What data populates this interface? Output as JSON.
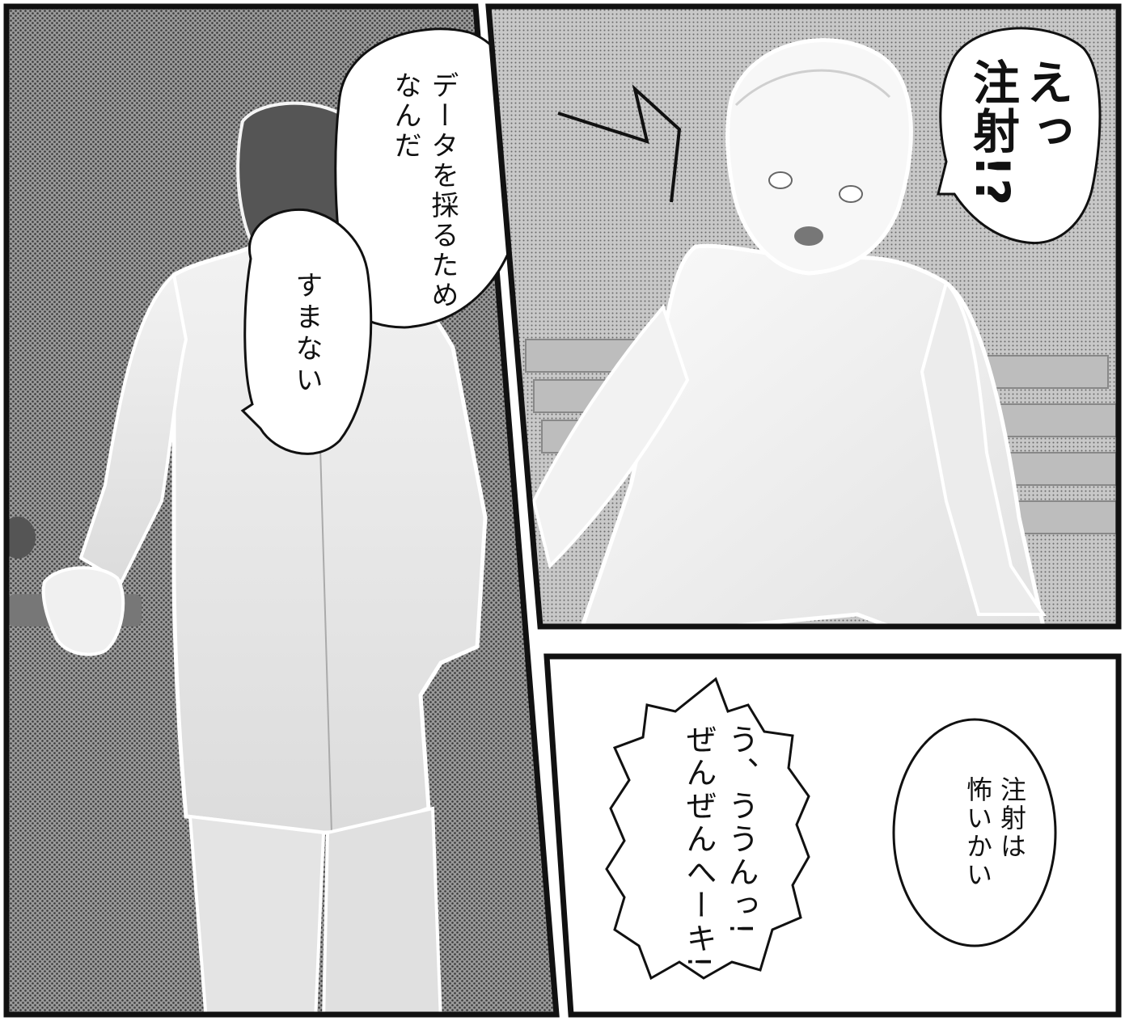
{
  "panels": {
    "left": {
      "speech_1": "データを採るため\nなんだ",
      "speech_2": "すまない"
    },
    "top_right": {
      "speech_shout": "えっ\n注射!?"
    },
    "bottom_right": {
      "speech_question": "注射は\n怖いかい",
      "speech_reply": "う、ううんっ!\nぜんぜんへーキ!"
    }
  },
  "colors": {
    "border": "#111111",
    "screentone": "#8a8a8a",
    "figure_fill": "#e9e9e9",
    "hair_dark": "#5a5a5a",
    "bubble_fill": "#ffffff"
  }
}
